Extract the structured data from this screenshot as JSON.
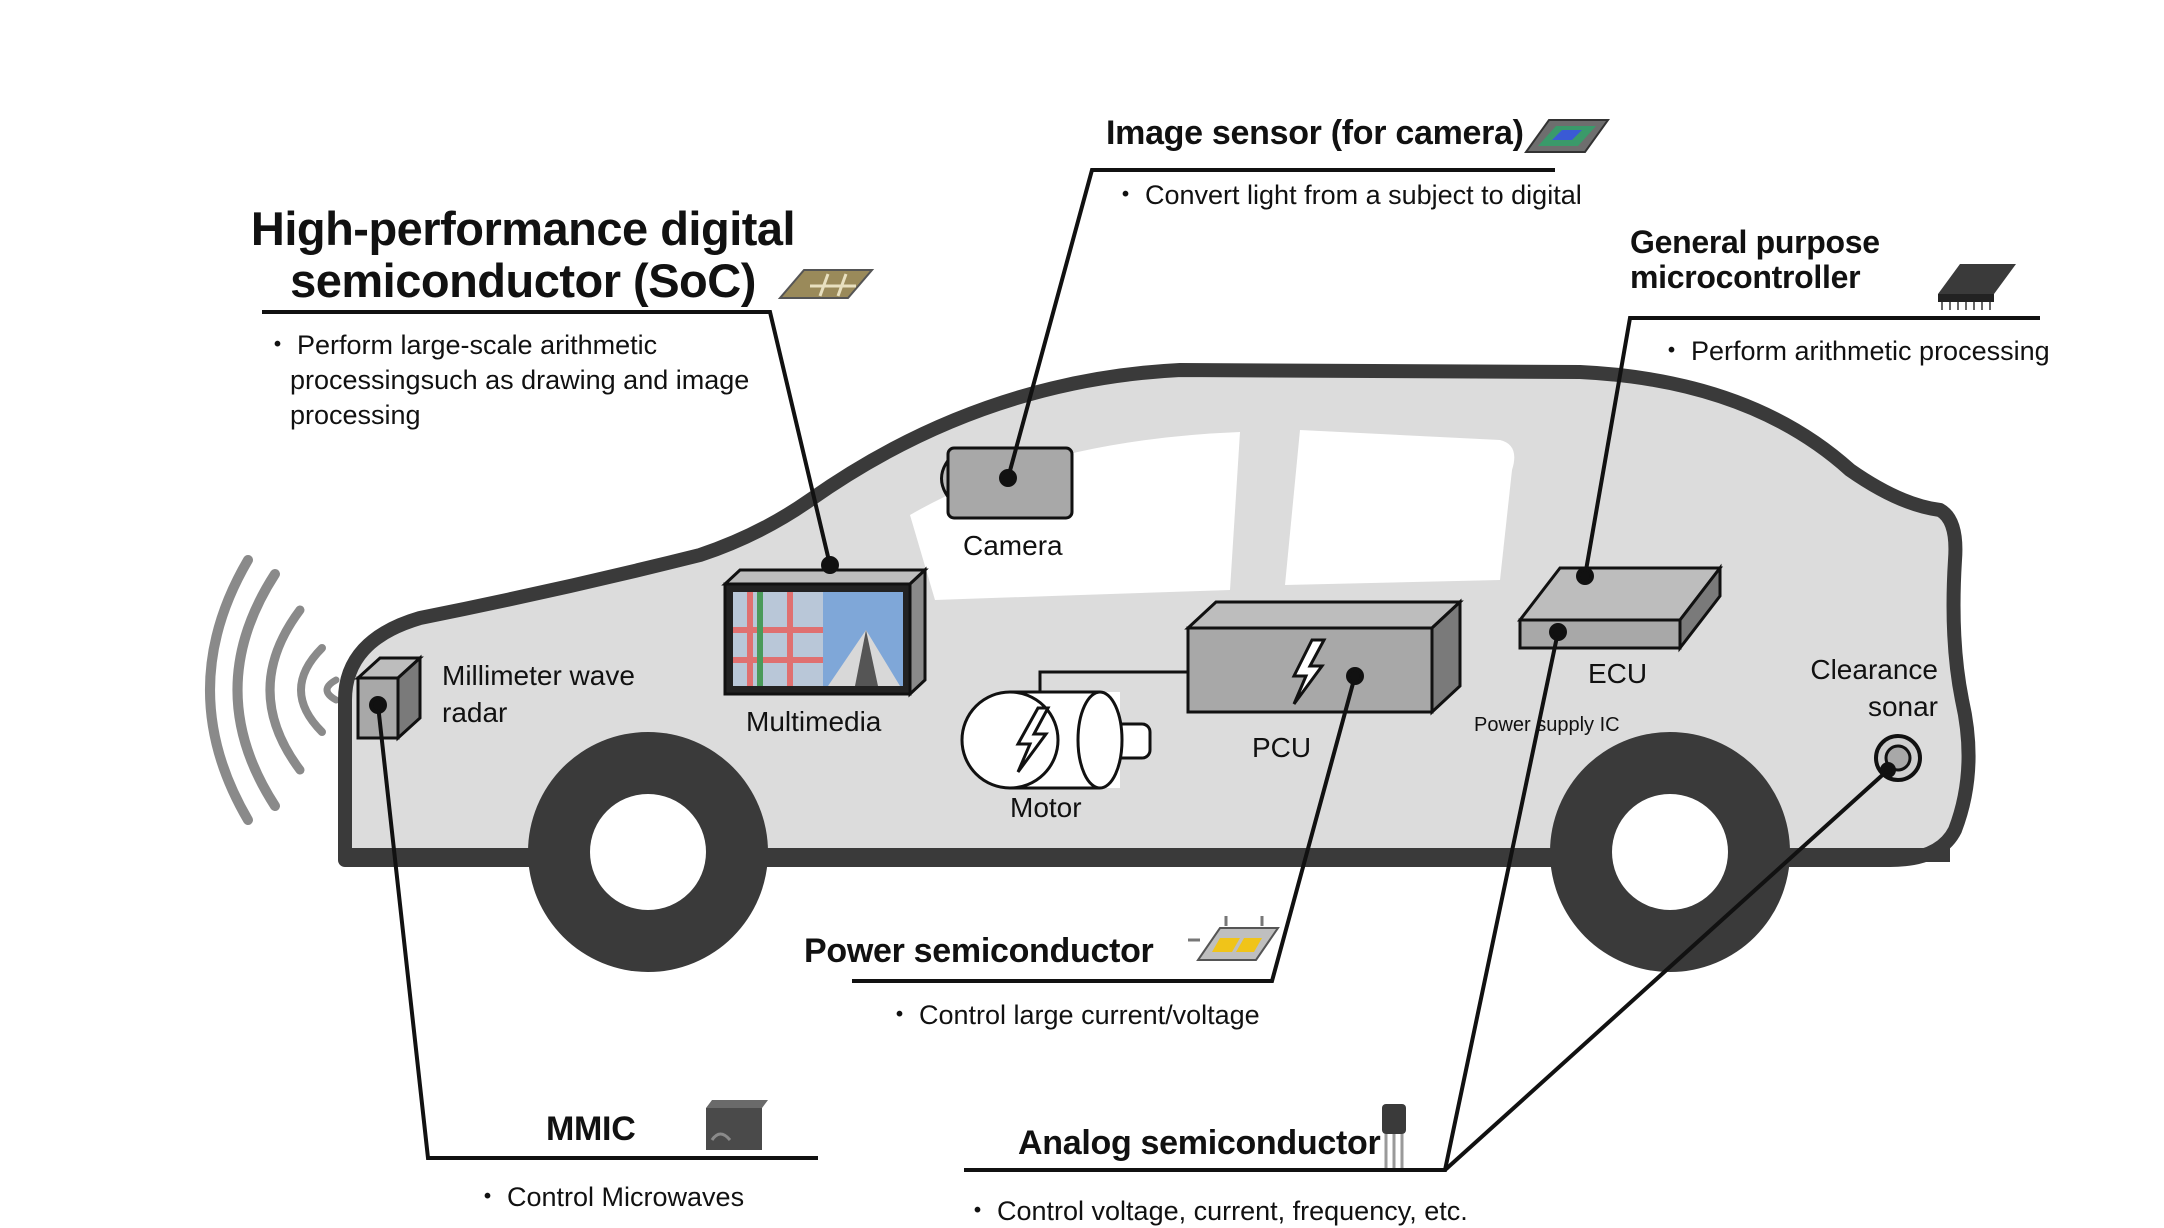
{
  "soc": {
    "title_line1": "High-performance digital",
    "title_line2": "semiconductor (SoC)",
    "desc_line1": "Perform large-scale arithmetic",
    "desc_line2": "processingsuch as  drawing and image",
    "desc_line3": "processing",
    "icon": "soc-chip-icon"
  },
  "image_sensor": {
    "title": "Image sensor (for camera)",
    "desc": "Convert light from a subject to digital",
    "icon": "image-sensor-icon"
  },
  "gp_mcu": {
    "title_line1": "General purpose",
    "title_line2": "microcontroller",
    "desc": "Perform arithmetic processing",
    "icon": "microcontroller-chip-icon"
  },
  "power_semi": {
    "title": "Power semiconductor",
    "desc": "Control large current/voltage",
    "icon": "power-module-icon"
  },
  "mmic": {
    "title": "MMIC",
    "desc": "Control Microwaves",
    "icon": "mmic-chip-icon"
  },
  "analog_semi": {
    "title": "Analog semiconductor",
    "desc": "Control voltage, current, frequency, etc.",
    "icon": "transistor-icon"
  },
  "bullet": "・",
  "components": {
    "camera": "Camera",
    "multimedia": "Multimedia",
    "radar_line1": "Millimeter wave",
    "radar_line2": "radar",
    "motor": "Motor",
    "pcu": "PCU",
    "ecu": "ECU",
    "power_ic": "Power supply IC",
    "sonar_line1": "Clearance",
    "sonar_line2": "sonar"
  },
  "colors": {
    "car_body": "#dcdcdc",
    "car_outline": "#3a3a3a",
    "component_gray": "#a8a8a8",
    "sensor_accent": "#3a7bd5",
    "power_accent": "#f0c419"
  }
}
